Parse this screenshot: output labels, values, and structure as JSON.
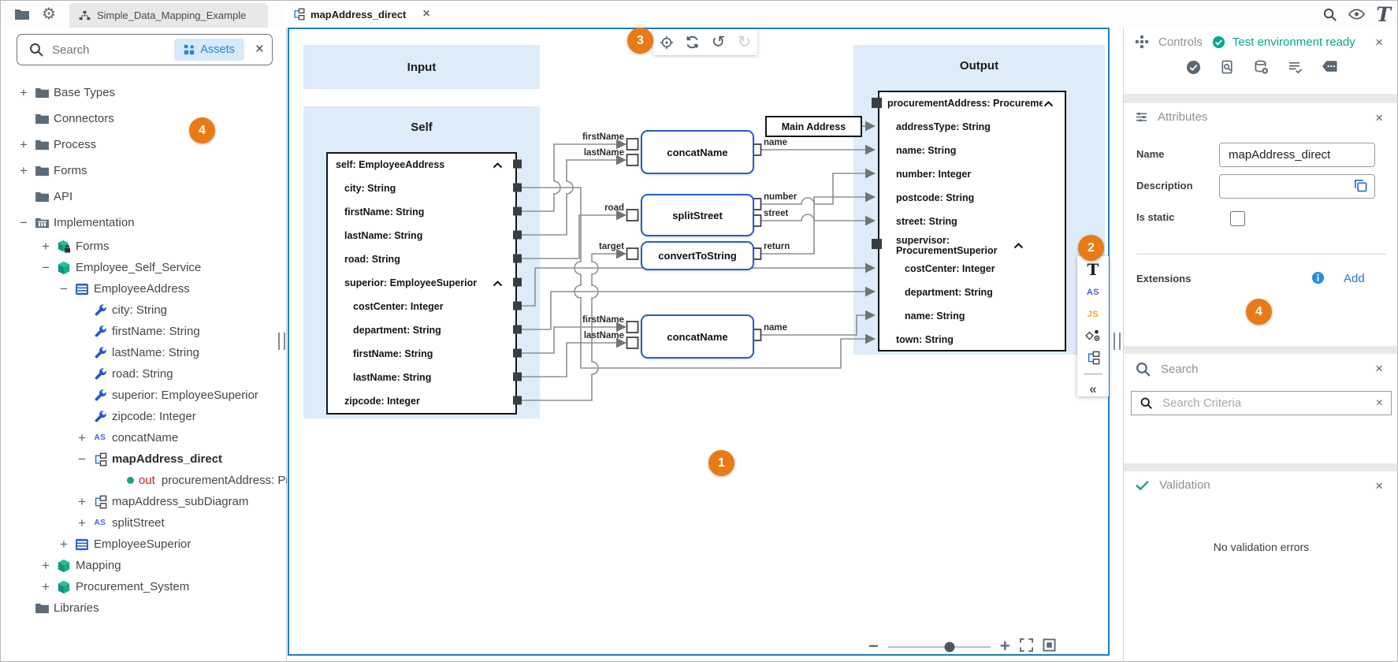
{
  "topbar": {
    "project_tab": "Simple_Data_Mapping_Example",
    "document_tab": "mapAddress_direct",
    "left_icons": [
      "folder-icon",
      "gear-icon"
    ],
    "right_icons": [
      "search-icon",
      "eye-icon",
      "brand-logo"
    ]
  },
  "sidebar": {
    "search_placeholder": "Search",
    "assets_label": "Assets",
    "tree": [
      {
        "level": 0,
        "toggle": "+",
        "icon": "folder",
        "label": "Base Types"
      },
      {
        "level": 0,
        "toggle": "",
        "icon": "folder",
        "label": "Connectors"
      },
      {
        "level": 0,
        "toggle": "+",
        "icon": "folder",
        "label": "Process"
      },
      {
        "level": 0,
        "toggle": "+",
        "icon": "folder",
        "label": "Forms"
      },
      {
        "level": 0,
        "toggle": "",
        "icon": "folder",
        "label": "API"
      },
      {
        "level": 0,
        "toggle": "−",
        "icon": "folder-impl",
        "label": "Implementation"
      },
      {
        "level": 1,
        "toggle": "+",
        "icon": "package-lock",
        "label": "Forms"
      },
      {
        "level": 1,
        "toggle": "−",
        "icon": "package",
        "label": "Employee_Self_Service"
      },
      {
        "level": 2,
        "toggle": "−",
        "icon": "table",
        "label": "EmployeeAddress"
      },
      {
        "level": 3,
        "toggle": "",
        "icon": "wrench",
        "label": "city: String"
      },
      {
        "level": 3,
        "toggle": "",
        "icon": "wrench",
        "label": "firstName: String"
      },
      {
        "level": 3,
        "toggle": "",
        "icon": "wrench",
        "label": "lastName: String"
      },
      {
        "level": 3,
        "toggle": "",
        "icon": "wrench",
        "label": "road: String"
      },
      {
        "level": 3,
        "toggle": "",
        "icon": "wrench",
        "label": "superior: EmployeeSuperior"
      },
      {
        "level": 3,
        "toggle": "",
        "icon": "wrench",
        "label": "zipcode: Integer"
      },
      {
        "level": 3,
        "toggle": "+",
        "icon": "as",
        "label": "concatName"
      },
      {
        "level": 3,
        "toggle": "−",
        "icon": "diagram",
        "label": "mapAddress_direct",
        "active": true
      },
      {
        "level": 4,
        "toggle": "",
        "icon": "",
        "prefix": "out",
        "label": "procurementAddress: Proc"
      },
      {
        "level": 3,
        "toggle": "+",
        "icon": "diagram",
        "label": "mapAddress_subDiagram"
      },
      {
        "level": 3,
        "toggle": "+",
        "icon": "as",
        "label": "splitStreet"
      },
      {
        "level": 2,
        "toggle": "+",
        "icon": "table",
        "label": "EmployeeSuperior"
      },
      {
        "level": 1,
        "toggle": "+",
        "icon": "package",
        "label": "Mapping"
      },
      {
        "level": 1,
        "toggle": "+",
        "icon": "package",
        "label": "Procurement_System"
      },
      {
        "level": 0,
        "toggle": "",
        "icon": "folder",
        "label": "Libraries"
      }
    ]
  },
  "canvas": {
    "input_label": "Input",
    "self_label": "Self",
    "output_label": "Output",
    "constant_label": "Main Address",
    "toolbar_icons": [
      "locate-icon",
      "refresh-icon",
      "undo-icon",
      "redo-icon"
    ],
    "palette_icons": [
      "text-tool",
      "appscript-tool",
      "javascript-tool",
      "decision-tool",
      "diagram-tool",
      "collapse-palette"
    ],
    "self_rows": [
      {
        "text": "self: EmployeeAddress",
        "level": 0,
        "chev": true
      },
      {
        "text": "city: String",
        "level": 1
      },
      {
        "text": "firstName: String",
        "level": 1
      },
      {
        "text": "lastName: String",
        "level": 1
      },
      {
        "text": "road: String",
        "level": 1
      },
      {
        "text": "superior: EmployeeSuperior",
        "level": 1,
        "chev": true
      },
      {
        "text": "costCenter: Integer",
        "level": 2
      },
      {
        "text": "department: String",
        "level": 2
      },
      {
        "text": "firstName: String",
        "level": 2
      },
      {
        "text": "lastName: String",
        "level": 2
      },
      {
        "text": "zipcode: Integer",
        "level": 1
      }
    ],
    "output_rows": [
      {
        "lines": [
          "procurementAddress: ProcurementAddress"
        ],
        "level": 0,
        "chev": true
      },
      {
        "lines": [
          "addressType: String"
        ],
        "level": 1
      },
      {
        "lines": [
          "name: String"
        ],
        "level": 1
      },
      {
        "lines": [
          "number: Integer"
        ],
        "level": 1
      },
      {
        "lines": [
          "postcode: String"
        ],
        "level": 1
      },
      {
        "lines": [
          "street: String"
        ],
        "level": 1
      },
      {
        "lines": [
          "supervisor:",
          "ProcurementSuperior"
        ],
        "level": 1,
        "chev": true
      },
      {
        "lines": [
          "costCenter: Integer"
        ],
        "level": 2
      },
      {
        "lines": [
          "department: String"
        ],
        "level": 2
      },
      {
        "lines": [
          "name: String"
        ],
        "level": 2
      },
      {
        "lines": [
          "town: String"
        ],
        "level": 1
      }
    ],
    "nodes": [
      {
        "label": "concatName"
      },
      {
        "label": "splitStreet"
      },
      {
        "label": "convertToString"
      },
      {
        "label": "concatName"
      }
    ],
    "wire_labels": [
      "firstName",
      "lastName",
      "road",
      "target",
      "firstName",
      "lastName",
      "name",
      "number",
      "street",
      "return",
      "name"
    ],
    "zoombar_icons": [
      "zoom-out-icon",
      "zoom-slider",
      "zoom-in-icon",
      "fullscreen-icon",
      "fit-view-icon"
    ]
  },
  "right_panel": {
    "controls": {
      "title": "Controls",
      "status": "Test environment ready",
      "action_icons": [
        "run-check",
        "inspect-document",
        "clear-database",
        "test-results",
        "comments"
      ]
    },
    "attributes": {
      "title": "Attributes",
      "name_label": "Name",
      "name_value": "mapAddress_direct",
      "description_label": "Description",
      "description_value": "",
      "is_static_label": "Is static",
      "is_static_checked": false,
      "extensions_label": "Extensions",
      "add_label": "Add"
    },
    "search": {
      "title": "Search",
      "placeholder": "Search Criteria"
    },
    "validation": {
      "title": "Validation",
      "message": "No validation errors"
    }
  },
  "badges": [
    {
      "label": "1"
    },
    {
      "label": "2"
    },
    {
      "label": "3"
    },
    {
      "label": "4"
    },
    {
      "label": "4"
    }
  ],
  "colors": {
    "accent_blue": "#1d7fc4",
    "node_blue": "#2660c4",
    "panel_blue": "#ddecf8",
    "badge_orange": "#ea7a15",
    "status_teal": "#00a98f",
    "tree_green": "#17a67d",
    "tree_blue": "#2b63c6",
    "link_blue": "#2476d2",
    "out_red": "#b32424"
  }
}
